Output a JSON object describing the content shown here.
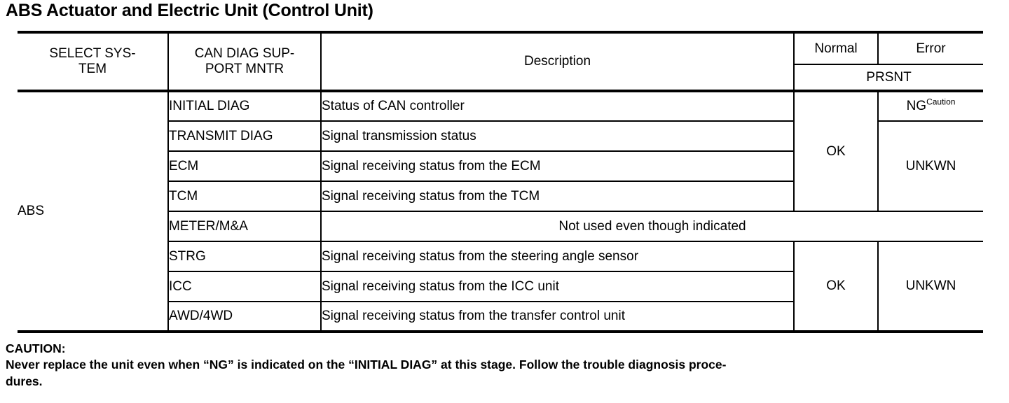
{
  "title": "ABS Actuator and Electric Unit (Control Unit)",
  "table": {
    "headers": {
      "select_system": "SELECT SYS-TEM",
      "select_system_line1": "SELECT SYS-",
      "select_system_line2": "TEM",
      "can_diag": "CAN DIAG SUP-PORT MNTR",
      "can_diag_line1": "CAN DIAG SUP-",
      "can_diag_line2": "PORT MNTR",
      "description": "Description",
      "normal": "Normal",
      "error": "Error",
      "prsnt": "PRSNT"
    },
    "system": "ABS",
    "rows": [
      {
        "monitor": "INITIAL DIAG",
        "description": "Status of CAN controller"
      },
      {
        "monitor": "TRANSMIT DIAG",
        "description": "Signal transmission status"
      },
      {
        "monitor": "ECM",
        "description": "Signal receiving status from the ECM"
      },
      {
        "monitor": "TCM",
        "description": "Signal receiving status from the TCM"
      },
      {
        "monitor": "METER/M&A",
        "description": "Not used even though indicated"
      },
      {
        "monitor": "STRG",
        "description": "Signal receiving status from the steering angle sensor"
      },
      {
        "monitor": "ICC",
        "description": "Signal receiving status from the ICC unit"
      },
      {
        "monitor": "AWD/4WD",
        "description": "Signal receiving status from the transfer control unit"
      }
    ],
    "values": {
      "normal_top": "OK",
      "error_initial_diag": "NG",
      "error_initial_diag_sup": "Caution",
      "error_top": "UNKWN",
      "normal_bottom": "OK",
      "error_bottom": "UNKWN"
    }
  },
  "caution": {
    "label": "CAUTION:",
    "line1": "Never replace the unit even when “NG” is indicated on the “INITIAL DIAG” at this stage. Follow the trouble diagnosis proce-",
    "line2": "dures."
  }
}
